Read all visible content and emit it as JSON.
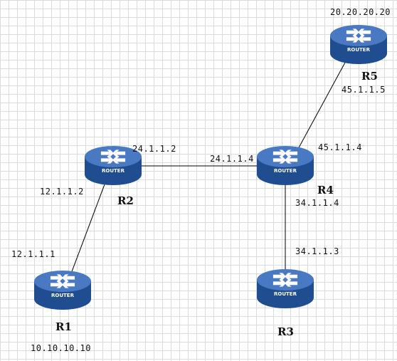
{
  "routers": [
    {
      "id": "r1",
      "name": "R1",
      "badge": "ROUTER",
      "loopback": "10.10.10.10"
    },
    {
      "id": "r2",
      "name": "R2",
      "badge": "ROUTER"
    },
    {
      "id": "r3",
      "name": "R3",
      "badge": "ROUTER"
    },
    {
      "id": "r4",
      "name": "R4",
      "badge": "ROUTER"
    },
    {
      "id": "r5",
      "name": "R5",
      "badge": "ROUTER",
      "loopback": "20.20.20.20"
    }
  ],
  "links": [
    {
      "id": "r1-r2",
      "from": "R1",
      "to": "R2",
      "from_ip": "12.1.1.1",
      "to_ip": "12.1.1.2"
    },
    {
      "id": "r2-r4",
      "from": "R2",
      "to": "R4",
      "from_ip": "24.1.1.2",
      "to_ip": "24.1.1.4"
    },
    {
      "id": "r4-r3",
      "from": "R4",
      "to": "R3",
      "from_ip": "34.1.1.4",
      "to_ip": "34.1.1.3"
    },
    {
      "id": "r4-r5",
      "from": "R4",
      "to": "R5",
      "from_ip": "45.1.1.4",
      "to_ip": "45.1.1.5"
    }
  ],
  "colors": {
    "router_top": "#4a79c4",
    "router_side": "#1f4d8f",
    "router_icon": "#ffffff",
    "link": "#000000"
  }
}
